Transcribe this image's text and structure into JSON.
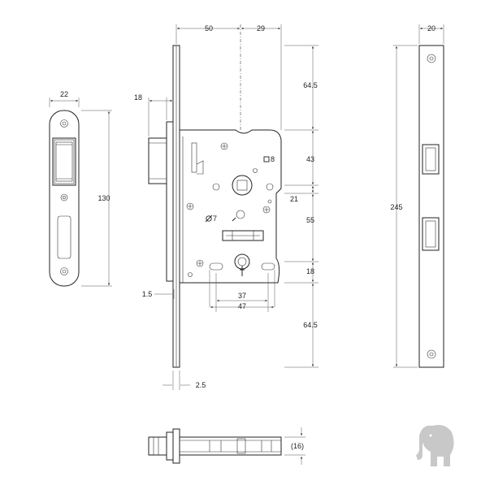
{
  "labels": {
    "strike_width": "22",
    "strike_height": "130",
    "latch_offset": "18",
    "backset": "50",
    "case_right": "29",
    "top_to_follower": "64.5",
    "square_size": "8",
    "follower_to_lever": "43",
    "lever_offset": "21",
    "hole_diameter": "7",
    "follower_to_cylinder": "55",
    "cylinder_offset": "18",
    "faceplate_thickness": "1.5",
    "mount_spacing_inner": "37",
    "mount_spacing_outer": "47",
    "cylinder_to_bottom": "64.5",
    "faceplate_extra": "2.5",
    "faceplate_width": "20",
    "faceplate_length": "245",
    "case_thickness": "(16)"
  },
  "symbols": {
    "square": "square-icon",
    "diameter": "diameter-icon"
  },
  "logo": {
    "name": "elephant-logo-icon",
    "color": "#c8c8c8"
  },
  "colors": {
    "line": "#222222",
    "background": "#ffffff"
  }
}
